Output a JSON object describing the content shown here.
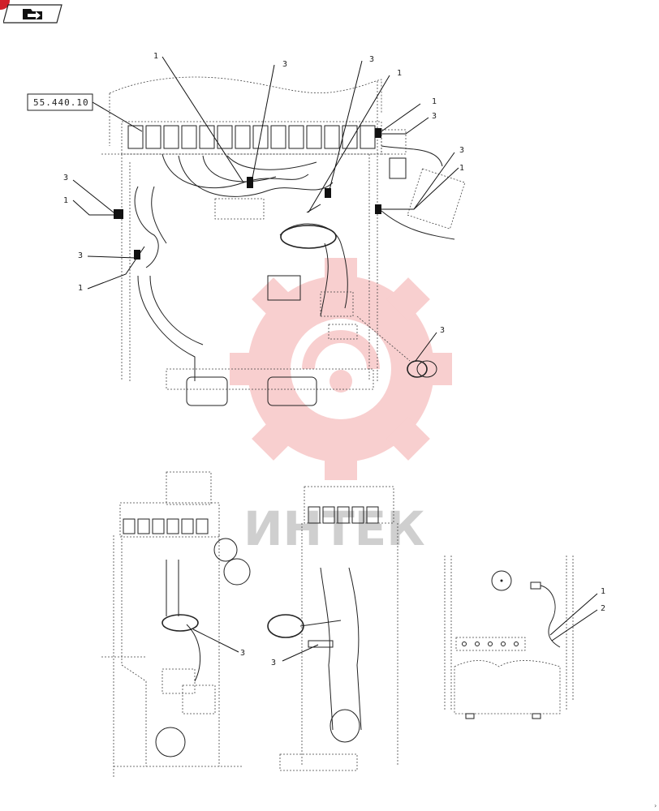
{
  "reference_box": {
    "text": "55.440.10"
  },
  "callouts": {
    "top_1a": "1",
    "top_3a": "3",
    "top_3b": "3",
    "top_1b": "1",
    "right_1": "1",
    "right_3": "3",
    "right_3b": "3",
    "right_1b": "1",
    "left_3a": "3",
    "left_1a": "1",
    "left_3b": "3",
    "left_1b": "1",
    "mid_3": "3",
    "bl_3": "3",
    "bm_3": "3",
    "br_1": "1",
    "br_2": "2"
  },
  "watermark": {
    "text": "ИНТЕК",
    "color": "#f5c3c3"
  },
  "colors": {
    "nav_dot": "#d0202a",
    "line": "#222222"
  },
  "icons": {
    "corner_tab": "folder-arrow-icon",
    "nav": "red-dot-icon"
  }
}
